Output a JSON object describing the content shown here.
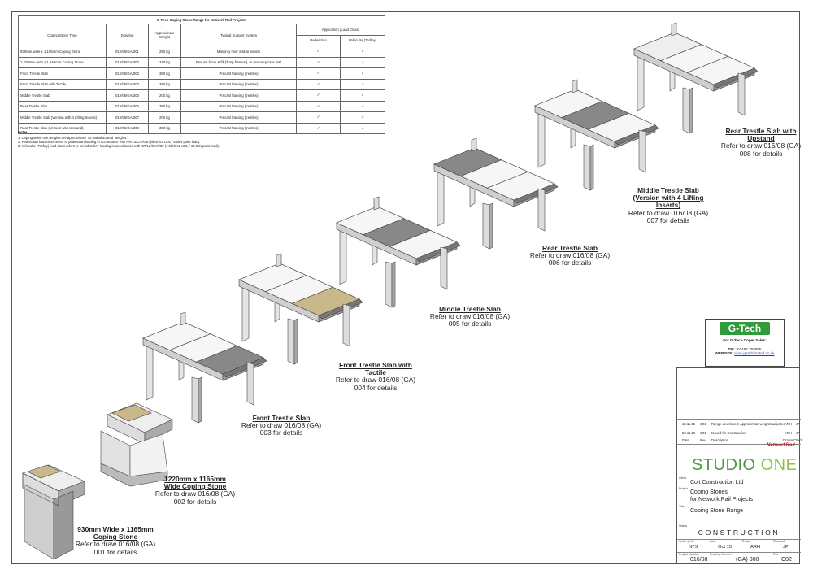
{
  "table": {
    "title": "G-Tech Coping Stone Range for Network Rail Projects",
    "headers": {
      "type": "Coping Stone Type",
      "drawing": "Drawing",
      "weight": "Approximate Weight",
      "support": "Typical Support System",
      "application": "Application (Load Class)",
      "pedestrian": "Pedestrian",
      "vehicular": "Vehicular (Trolley)"
    },
    "rows": [
      {
        "type": "930mm wide x 1,165mm Coping Stone",
        "drawing": "012/06/GA/001",
        "weight": "250 kg",
        "support": "Masonry riser wall or similar",
        "ped": "✓",
        "veh": "✓"
      },
      {
        "type": "1,220mm wide x 1,165mm Coping Stone",
        "drawing": "012/06/GA/002",
        "weight": "340 kg",
        "support": "Precast fame & fill ('harp frames'), or masonry riser wall",
        "ped": "✓",
        "veh": "✓"
      },
      {
        "type": "Front Trestle Slab",
        "drawing": "012/06/GA/003",
        "weight": "380 kg",
        "support": "Precast framing (trestles)",
        "ped": "✓",
        "veh": "✓"
      },
      {
        "type": "Front Trestle Slab with Tactile",
        "drawing": "012/06/GA/004",
        "weight": "380 kg",
        "support": "Precast framing (trestles)",
        "ped": "✓",
        "veh": "✓"
      },
      {
        "type": "Middle Trestle Slab",
        "drawing": "012/06/GA/005",
        "weight": "200 kg",
        "support": "Precast framing (trestles)",
        "ped": "✓",
        "veh": "✓"
      },
      {
        "type": "Rear Trestle Slab",
        "drawing": "012/06/GA/006",
        "weight": "380 kg",
        "support": "Precast framing (trestles)",
        "ped": "✓",
        "veh": "✓"
      },
      {
        "type": "Middle Trestle Slab (Version with 4 Lifting Inserts)",
        "drawing": "012/06/GA/007",
        "weight": "200 kg",
        "support": "Precast framing (trestles)",
        "ped": "✓",
        "veh": "✓"
      },
      {
        "type": "Rear Trestle Slab (Version with Upstand)",
        "drawing": "012/06/GA/008",
        "weight": "390 kg",
        "support": "Precast framing (trestles)",
        "ped": "✓",
        "veh": "✓"
      }
    ]
  },
  "notes": {
    "heading": "Notes",
    "items": [
      "1.   Coping stone unit weights are approximate 'as manufactured' weights.",
      "2.   Pedestrian load class refers to pedestrian loading in accordance with NR/L3/CIV/030 (5kN/m2 UDL / 5.0kN point load).",
      "3.   Vehicular (Trolley) load class refers to period trolley loading in accordance with NR/L3/CIV/030 (7.5kN/m2 UDL / 10.0kN point load)."
    ]
  },
  "labels": [
    {
      "title": "930mm Wide x 1165mm",
      "title2": "Coping Stone",
      "line1": "Refer to draw 016/08 (GA)",
      "line2": "001 for details"
    },
    {
      "title": "1220mm x 1165mm",
      "title2": "Wide Coping Stone",
      "line1": "Refer to draw 016/08 (GA)",
      "line2": "002 for details"
    },
    {
      "title": "Front Trestle Slab",
      "title2": "",
      "line1": "Refer to draw 016/08 (GA)",
      "line2": "003 for details"
    },
    {
      "title": "Front Trestle Slab with",
      "title2": "Tactile",
      "line1": "Refer to draw 016/08 (GA)",
      "line2": "004 for details"
    },
    {
      "title": "Middle Trestle Slab",
      "title2": "",
      "line1": "Refer to draw 016/08 (GA)",
      "line2": "005 for details"
    },
    {
      "title": "Rear Trestle Slab",
      "title2": "",
      "line1": "Refer to draw 016/08 (GA)",
      "line2": "006 for details"
    },
    {
      "title": "Middle Trestle Slab",
      "title2": "(Version with 4 Lifting",
      "title3": "Inserts)",
      "line1": "Refer to draw 016/08 (GA)",
      "line2": "007 for details"
    },
    {
      "title": "Rear Trestle Slab with",
      "title2": "Upstand",
      "line1": "Refer to draw 016/08 (GA)",
      "line2": "008 for details"
    }
  ],
  "gtech": {
    "logo": "G-Tech",
    "sales": "For G-Tech Coper Sales:",
    "tel_label": "TEL:",
    "tel": "01482 755855",
    "web_label": "WEBSITE:",
    "web": "www.g-techlimited.co.uk"
  },
  "titleblock": {
    "revisions": [
      {
        "date": "18.11.15",
        "rev": "C02",
        "desc": "Range developed; Approximate weights adjusted",
        "drawn": "ARH",
        "chkd": "JP"
      },
      {
        "date": "20.10.15",
        "rev": "C01",
        "desc": "Issued for Construction",
        "drawn": "ARH",
        "chkd": "JP"
      }
    ],
    "rev_headers": {
      "date": "Date",
      "rev": "Rev",
      "desc": "Description",
      "drawn": "Drawn",
      "chkd": "Chkd"
    },
    "networkrail": "NetworkRail",
    "studio": "STUDIO",
    "studio2": "ONE",
    "client_label": "Client",
    "client": "Colt Construction Ltd",
    "project_label": "Project",
    "project1": "Coping Stones",
    "project2": "for Network Rail Projects",
    "title_label": "Title",
    "title": "Coping Stone Range",
    "status_label": "Status",
    "status": "CONSTRUCTION",
    "scale_label": "Scale @ A1",
    "scale": "NTS",
    "date_label": "Date",
    "date": "Oct 15",
    "drawn_label": "Drawn",
    "drawn": "ARH",
    "checked_label": "Checked",
    "checked": "JP",
    "projno_label": "Project Number",
    "projno": "016/08",
    "drawno_label": "Drawing Number",
    "drawno": "(GA) 000",
    "rev_label": "Rev",
    "rev": "C02"
  }
}
